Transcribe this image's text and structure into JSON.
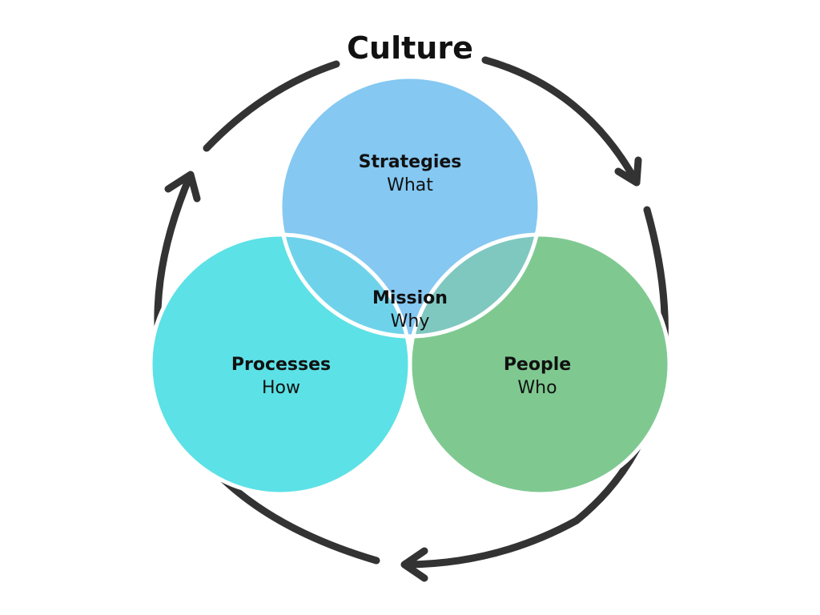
{
  "title": "Culture",
  "circles": {
    "strategies": {
      "title": "Strategies",
      "subtitle": "What",
      "color": "#85C8F2"
    },
    "processes": {
      "title": "Processes",
      "subtitle": "How",
      "color": "#5CE1E6"
    },
    "people": {
      "title": "People",
      "subtitle": "Who",
      "color": "#7FC991"
    }
  },
  "center": {
    "title": "Mission",
    "subtitle": "Why",
    "color": "#D8EEFB"
  },
  "overlap_colors": {
    "strategies_processes": "#6ED3EA",
    "strategies_people": "#7EC8C0",
    "processes_people": "#6DD4BA"
  },
  "arrow_color": "#333333"
}
